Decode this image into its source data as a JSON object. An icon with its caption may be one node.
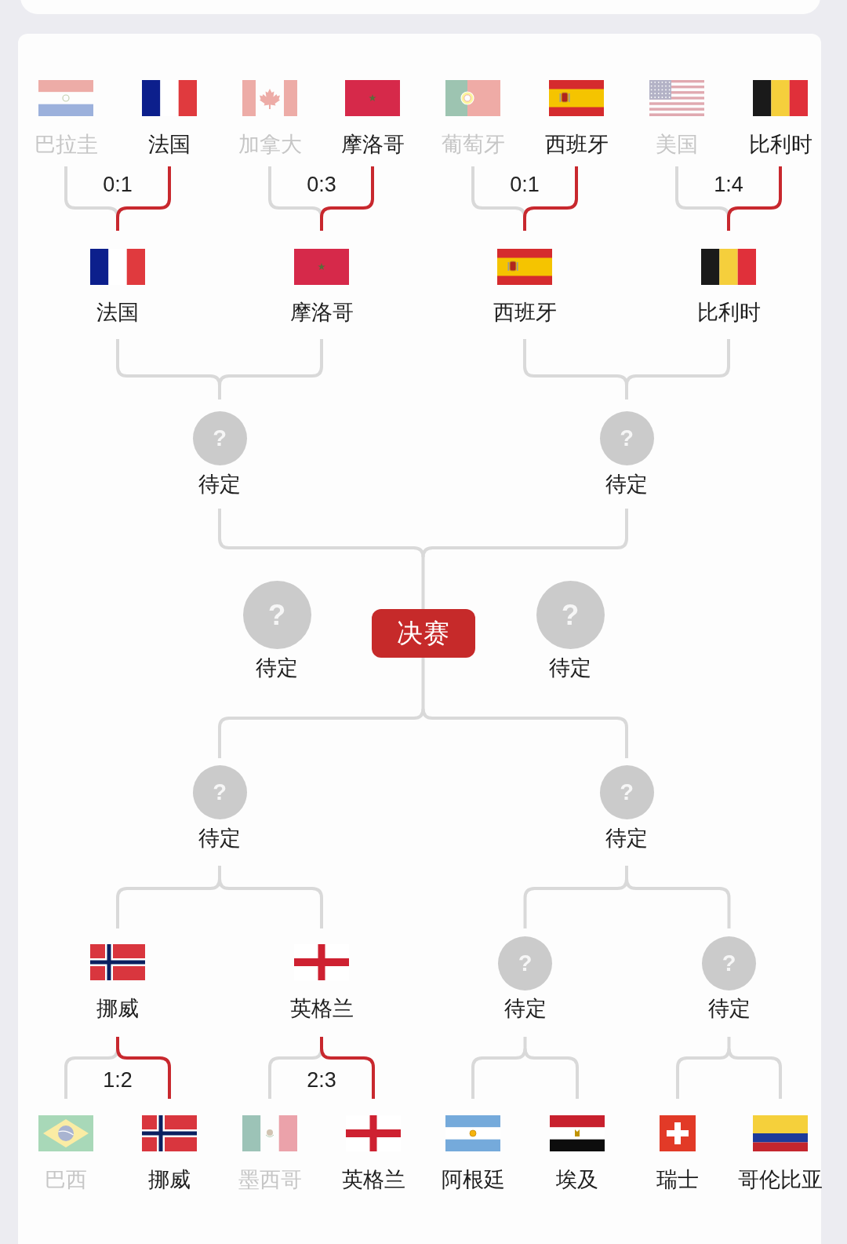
{
  "diagram": {
    "nodes": [
      {
        "text": [
          "巴拉圭"
        ]
      },
      {
        "text": [
          "法国"
        ]
      },
      {
        "text": [
          "加拿大"
        ]
      },
      {
        "text": [
          "摩洛哥"
        ]
      },
      {
        "text": [
          "葡萄牙"
        ]
      },
      {
        "text": [
          "西班牙"
        ]
      },
      {
        "text": [
          "美国"
        ]
      },
      {
        "text": [
          "比利时"
        ]
      },
      {
        "text": [
          "法国"
        ]
      },
      {
        "text": [
          "摩洛哥"
        ]
      },
      {
        "text": [
          "西班牙"
        ]
      },
      {
        "text": [
          "比利时"
        ]
      },
      {
        "text": [
          "?",
          "待定"
        ]
      },
      {
        "text": [
          "?",
          "待定"
        ]
      },
      {
        "text": [
          "?",
          "待定"
        ]
      },
      {
        "text": [
          "决赛"
        ]
      },
      {
        "text": [
          "?",
          "待定"
        ]
      },
      {
        "text": [
          "?",
          "待定"
        ]
      },
      {
        "text": [
          "?",
          "待定"
        ]
      },
      {
        "text": [
          "挪威"
        ]
      },
      {
        "text": [
          "英格兰"
        ]
      },
      {
        "text": [
          "?",
          "待定"
        ]
      },
      {
        "text": [
          "?",
          "待定"
        ]
      },
      {
        "text": [
          "巴西"
        ]
      },
      {
        "text": [
          "挪威"
        ]
      },
      {
        "text": [
          "墨西哥"
        ]
      },
      {
        "text": [
          "英格兰"
        ]
      },
      {
        "text": [
          "阿根廷"
        ]
      },
      {
        "text": [
          "埃及"
        ]
      },
      {
        "text": [
          "瑞士"
        ]
      },
      {
        "text": [
          "哥伦比亚"
        ]
      }
    ],
    "edges": [
      {
        "from": 0,
        "to": 8,
        "arrow": "none"
      },
      {
        "from": 1,
        "to": 8,
        "arrow": "none",
        "color": "#c8282e"
      },
      {
        "from": 2,
        "to": 9,
        "arrow": "none"
      },
      {
        "from": 3,
        "to": 9,
        "arrow": "none",
        "color": "#c8282e"
      },
      {
        "from": 4,
        "to": 10,
        "arrow": "none"
      },
      {
        "from": 5,
        "to": 10,
        "arrow": "none",
        "color": "#c8282e"
      },
      {
        "from": 6,
        "to": 11,
        "arrow": "none"
      },
      {
        "from": 7,
        "to": 11,
        "arrow": "none",
        "color": "#c8282e"
      },
      {
        "from": 8,
        "to": 12,
        "arrow": "none"
      },
      {
        "from": 9,
        "to": 12,
        "arrow": "none"
      },
      {
        "from": 10,
        "to": 13,
        "arrow": "none"
      },
      {
        "from": 11,
        "to": 13,
        "arrow": "none"
      },
      {
        "from": 12,
        "to": 15,
        "arrow": "none"
      },
      {
        "from": 13,
        "to": 15,
        "arrow": "none"
      },
      {
        "from": 17,
        "to": 15,
        "arrow": "none"
      },
      {
        "from": 18,
        "to": 15,
        "arrow": "none"
      },
      {
        "from": 19,
        "to": 17,
        "arrow": "none"
      },
      {
        "from": 20,
        "to": 17,
        "arrow": "none"
      },
      {
        "from": 21,
        "to": 18,
        "arrow": "none"
      },
      {
        "from": 22,
        "to": 18,
        "arrow": "none"
      },
      {
        "from": 23,
        "to": 19,
        "arrow": "none"
      },
      {
        "from": 24,
        "to": 19,
        "arrow": "none",
        "color": "#c8282e"
      },
      {
        "from": 25,
        "to": 20,
        "arrow": "none"
      },
      {
        "from": 26,
        "to": 20,
        "arrow": "none",
        "color": "#c8282e"
      },
      {
        "from": 27,
        "to": 21,
        "arrow": "none"
      },
      {
        "from": 28,
        "to": 21,
        "arrow": "none"
      },
      {
        "from": 29,
        "to": 22,
        "arrow": "none"
      },
      {
        "from": 30,
        "to": 22,
        "arrow": "none"
      }
    ],
    "labels": [
      "0:1",
      "0:3",
      "0:1",
      "1:4",
      "1:2",
      "2:3"
    ]
  }
}
